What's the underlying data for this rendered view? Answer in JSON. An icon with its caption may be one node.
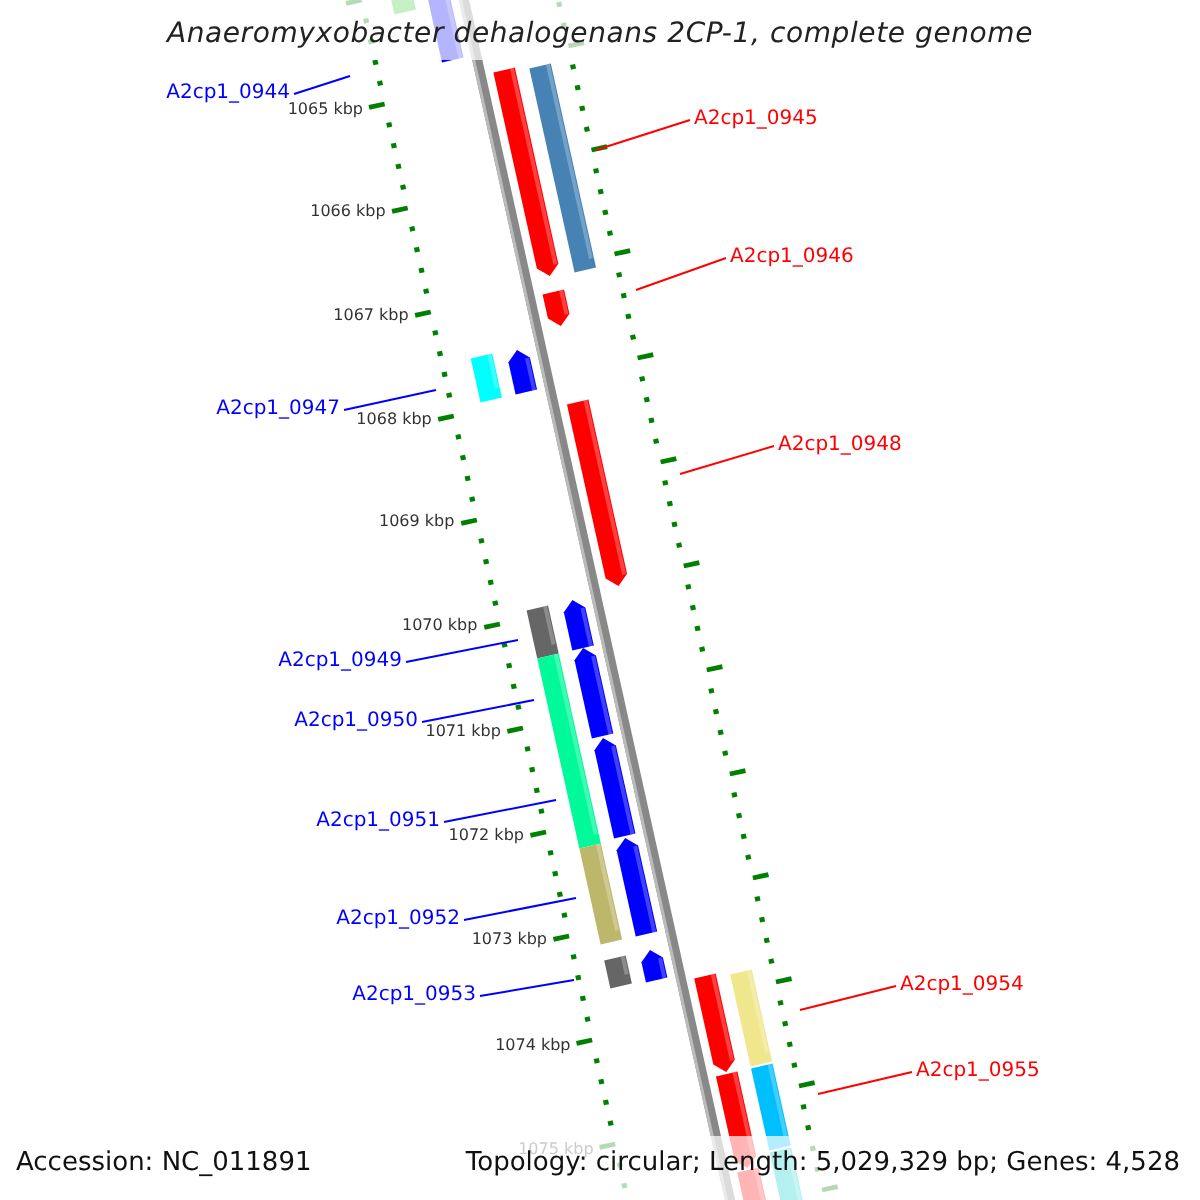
{
  "diagram": {
    "title": "Anaeromyxobacter dehalogenans 2CP-1, complete genome",
    "nodes": [
      {
        "text": [
          "A2cp1_0944"
        ]
      },
      {
        "text": [
          "A2cp1_0945"
        ]
      },
      {
        "text": [
          "A2cp1_0946"
        ]
      },
      {
        "text": [
          "A2cp1_0947"
        ]
      },
      {
        "text": [
          "A2cp1_0948"
        ]
      },
      {
        "text": [
          "A2cp1_0949"
        ]
      },
      {
        "text": [
          "A2cp1_0950"
        ]
      },
      {
        "text": [
          "A2cp1_0951"
        ]
      },
      {
        "text": [
          "A2cp1_0952"
        ]
      },
      {
        "text": [
          "A2cp1_0953"
        ]
      },
      {
        "text": [
          "A2cp1_0954"
        ]
      },
      {
        "text": [
          "A2cp1_0955"
        ]
      }
    ],
    "edges": [
      {
        "from": 0,
        "to": null,
        "arrow": "none"
      },
      {
        "from": 1,
        "to": null,
        "arrow": "none",
        "color": "#ff0000"
      },
      {
        "from": 2,
        "to": null,
        "arrow": "none",
        "color": "#ff0000"
      },
      {
        "from": 3,
        "to": null,
        "arrow": "none"
      },
      {
        "from": 4,
        "to": null,
        "arrow": "none",
        "color": "#ff0000"
      },
      {
        "from": 5,
        "to": null,
        "arrow": "none"
      },
      {
        "from": 6,
        "to": null,
        "arrow": "none"
      },
      {
        "from": 7,
        "to": null,
        "arrow": "none"
      },
      {
        "from": 8,
        "to": null,
        "arrow": "none"
      },
      {
        "from": 9,
        "to": null,
        "arrow": "none"
      },
      {
        "from": 10,
        "to": null,
        "arrow": "none",
        "color": "#ff0000"
      },
      {
        "from": 11,
        "to": null,
        "arrow": "none",
        "color": "#ff0000"
      }
    ],
    "labels": [
      "1065 kbp",
      "1066 kbp",
      "1067 kbp",
      "1068 kbp",
      "1069 kbp",
      "1070 kbp",
      "1071 kbp",
      "1072 kbp",
      "1073 kbp",
      "1074 kbp",
      "1075 kbp",
      "Accession: NC_011891",
      "Topology: circular; Length: 5,029,329 bp; Genes: 4,528"
    ]
  }
}
